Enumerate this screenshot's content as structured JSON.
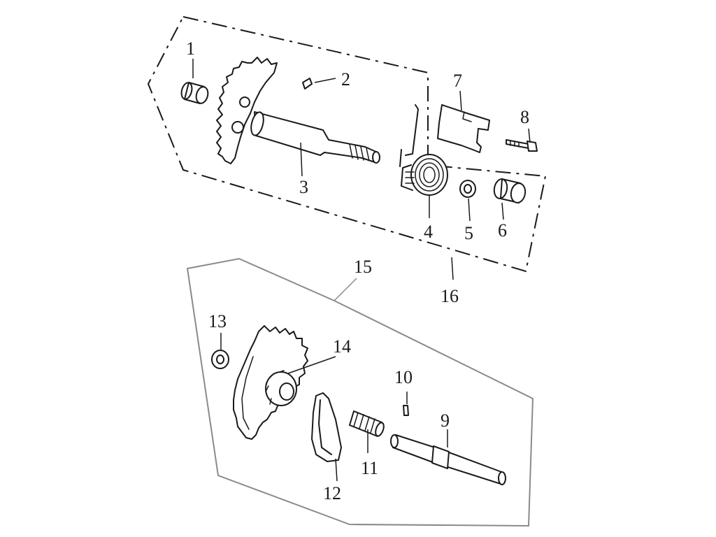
{
  "callouts": {
    "c1": "1",
    "c2": "2",
    "c3": "3",
    "c4": "4",
    "c5": "5",
    "c6": "6",
    "c7": "7",
    "c8": "8",
    "c9": "9",
    "c10": "10",
    "c11": "11",
    "c12": "12",
    "c13": "13",
    "c14": "14",
    "c15": "15",
    "c16": "16"
  },
  "colors": {
    "ink": "#1a1a1a",
    "group_outline_15": "#8a8a8a",
    "background": "#ffffff"
  }
}
